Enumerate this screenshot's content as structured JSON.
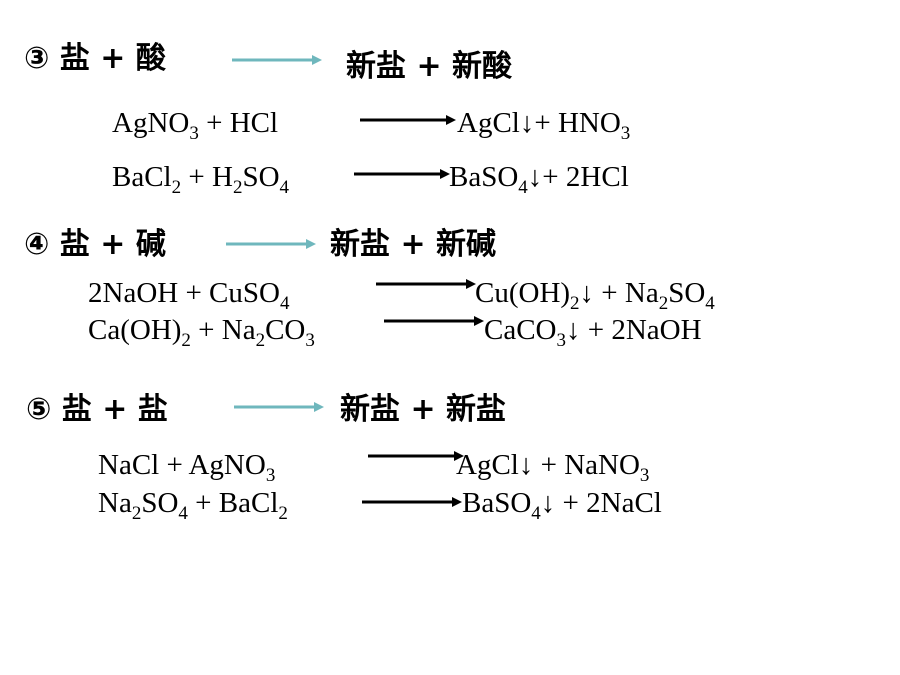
{
  "sections": [
    {
      "heading": {
        "num": "③",
        "left": "盐 + 酸",
        "right": "新盐 + 新酸"
      },
      "reactions": [
        {
          "reactants": [
            {
              "t": "AgNO"
            },
            {
              "s": "3"
            },
            {
              "t": " +  HCl"
            }
          ],
          "products": [
            {
              "t": "AgCl↓+ HNO"
            },
            {
              "s": "3"
            }
          ]
        },
        {
          "reactants": [
            {
              "t": "BaCl"
            },
            {
              "s": "2"
            },
            {
              "t": " + H"
            },
            {
              "s": "2"
            },
            {
              "t": "SO"
            },
            {
              "s": "4"
            }
          ],
          "products": [
            {
              "t": "BaSO"
            },
            {
              "s": "4"
            },
            {
              "t": "↓+ 2HCl"
            }
          ]
        }
      ]
    },
    {
      "heading": {
        "num": "④",
        "left": "盐 + 碱",
        "right": "新盐 + 新碱"
      },
      "reactions": [
        {
          "reactants": [
            {
              "t": "2NaOH + CuSO"
            },
            {
              "s": "4"
            }
          ],
          "products": [
            {
              "t": "Cu(OH)"
            },
            {
              "s": "2"
            },
            {
              "t": "↓ + Na"
            },
            {
              "s": "2"
            },
            {
              "t": "SO"
            },
            {
              "s": "4"
            }
          ]
        },
        {
          "reactants": [
            {
              "t": "Ca(OH)"
            },
            {
              "s": "2"
            },
            {
              "t": " + Na"
            },
            {
              "s": "2"
            },
            {
              "t": "CO"
            },
            {
              "s": "3"
            }
          ],
          "products": [
            {
              "t": "CaCO"
            },
            {
              "s": "3"
            },
            {
              "t": "↓ + 2NaOH"
            }
          ]
        }
      ]
    },
    {
      "heading": {
        "num": "⑤",
        "left": "盐 + 盐",
        "right": "新盐 + 新盐"
      },
      "reactions": [
        {
          "reactants": [
            {
              "t": "NaCl + AgNO"
            },
            {
              "s": "3"
            }
          ],
          "products": [
            {
              "t": "AgCl↓ + NaNO"
            },
            {
              "s": "3"
            }
          ]
        },
        {
          "reactants": [
            {
              "t": "Na"
            },
            {
              "s": "2"
            },
            {
              "t": "SO"
            },
            {
              "s": "4"
            },
            {
              "t": " + BaCl"
            },
            {
              "s": "2"
            }
          ],
          "products": [
            {
              "t": "BaSO"
            },
            {
              "s": "4"
            },
            {
              "t": "↓ + 2NaCl"
            }
          ]
        }
      ]
    }
  ],
  "colors": {
    "heading_arrow": "#6fb7bd",
    "reaction_arrow": "#000000"
  }
}
